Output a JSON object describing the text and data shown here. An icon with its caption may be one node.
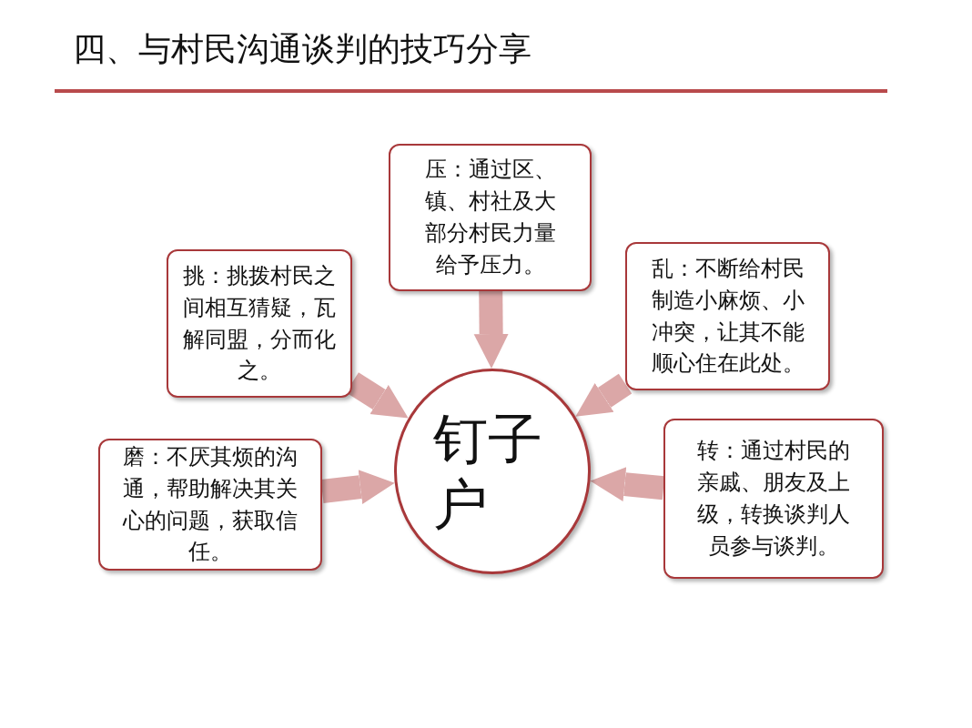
{
  "diagram": {
    "title": "四、与村民沟通谈判的技巧分享",
    "nodes": [
      {
        "text": [
          "压：通过区、镇、村社及大部分村民力量给予压力。"
        ]
      },
      {
        "text": [
          "挑：挑拨村民之间相互猜疑，瓦解同盟，分而化之。"
        ]
      },
      {
        "text": [
          "乱：不断给村民制造小麻烦、小冲突，让其不能顺心住在此处。"
        ]
      },
      {
        "text": [
          "磨：不厌其烦的沟通，帮助解决其关心的问题，获取信任。"
        ]
      },
      {
        "text": [
          "转：通过村民的亲戚、朋友及上级，转换谈判人员参与谈判。"
        ]
      },
      {
        "text": [
          "钉子户"
        ]
      }
    ],
    "edges": [
      {
        "from": 0,
        "to": 5,
        "arrow": "to"
      },
      {
        "from": 1,
        "to": 5,
        "arrow": "to"
      },
      {
        "from": 2,
        "to": 5,
        "arrow": "to"
      },
      {
        "from": 3,
        "to": 5,
        "arrow": "to"
      },
      {
        "from": 4,
        "to": 5,
        "arrow": "to"
      }
    ]
  }
}
